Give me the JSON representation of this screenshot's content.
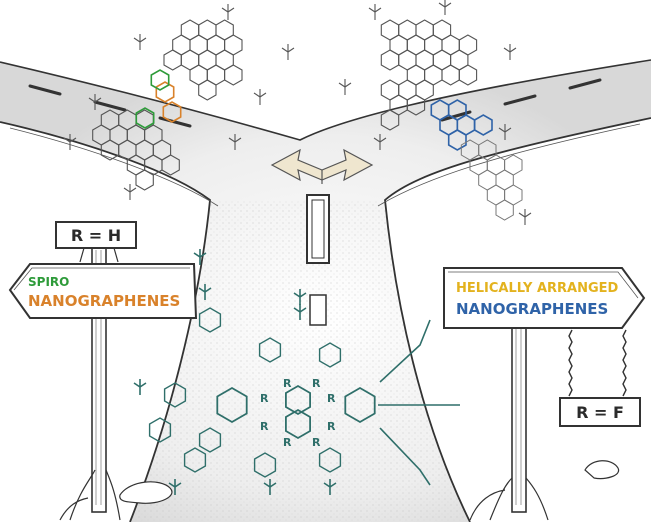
{
  "signs": {
    "left_top": {
      "label": "R = H"
    },
    "left": {
      "line1": "SPIRO",
      "line2": "NANOGRAPHENES"
    },
    "right": {
      "line1": "HELICALLY ARRANGED",
      "line2": "NANOGRAPHENES"
    },
    "right_bottom": {
      "label": "R = F"
    }
  },
  "molecule": {
    "substituent": "R"
  },
  "colors": {
    "ink": "#2b2b2b",
    "teal": "#2f6f6a",
    "spiro_green": "#2e9b3a",
    "spiro_orange": "#d9822b",
    "helical_yellow": "#e3b21e",
    "helical_blue": "#2f63a8",
    "arrow_fill": "#efe6cf",
    "sign_fill": "#ffffff"
  }
}
